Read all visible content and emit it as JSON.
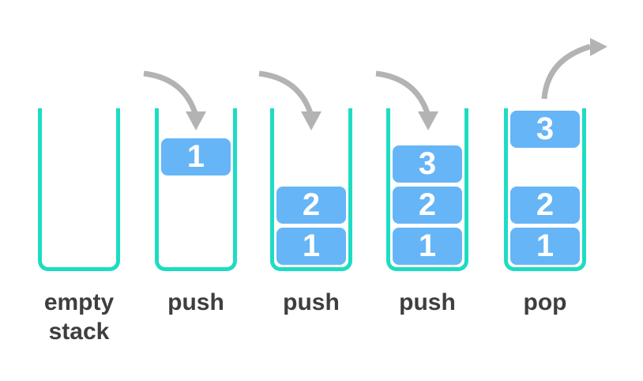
{
  "diagram": {
    "stages": [
      {
        "label": "empty stack",
        "arrow": "none",
        "blocks": []
      },
      {
        "label": "push",
        "arrow": "push",
        "blocks": [
          {
            "value": "1",
            "position": "falling"
          }
        ]
      },
      {
        "label": "push",
        "arrow": "push",
        "blocks": [
          {
            "value": "2",
            "position": "middle"
          },
          {
            "value": "1",
            "position": "bottom"
          }
        ]
      },
      {
        "label": "push",
        "arrow": "push",
        "blocks": [
          {
            "value": "3",
            "position": "top"
          },
          {
            "value": "2",
            "position": "middle"
          },
          {
            "value": "1",
            "position": "bottom"
          }
        ]
      },
      {
        "label": "pop",
        "arrow": "pop",
        "blocks": [
          {
            "value": "3",
            "position": "mouth"
          },
          {
            "value": "2",
            "position": "middle"
          },
          {
            "value": "1",
            "position": "bottom"
          }
        ]
      }
    ]
  },
  "colors": {
    "background": "#ffffff",
    "container": "#1edcc3",
    "block": "#66b5f7",
    "block_text": "#ffffff",
    "arrow": "#b3b3b3",
    "label": "#3e3e3e"
  }
}
